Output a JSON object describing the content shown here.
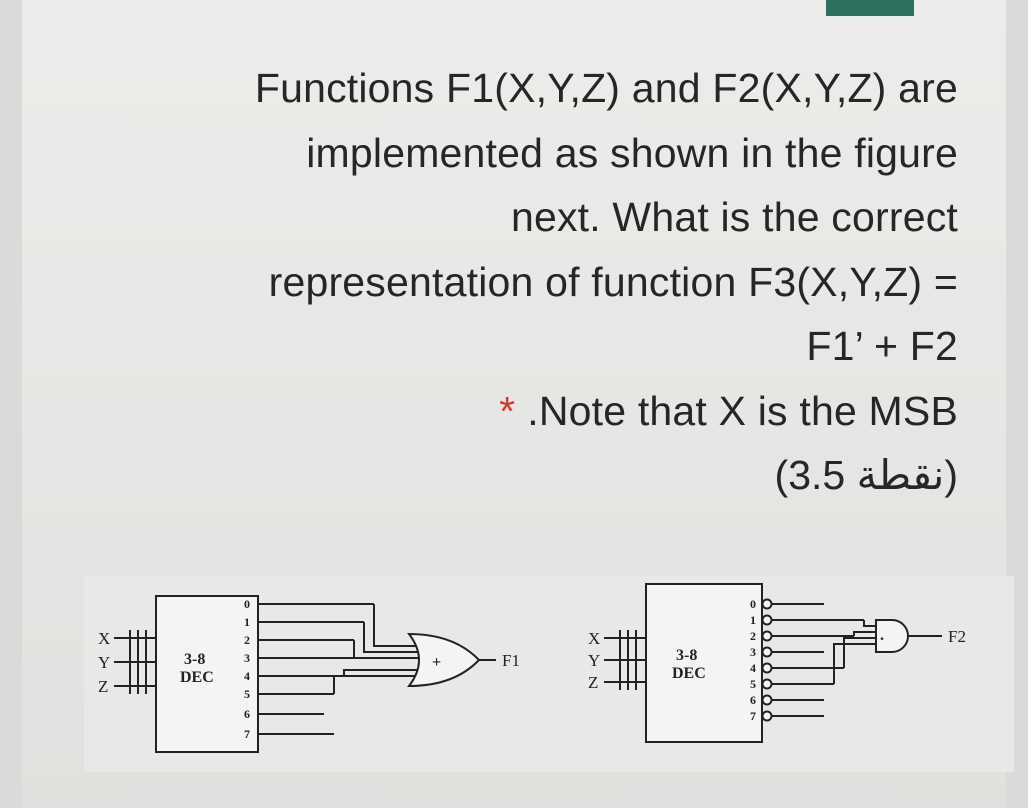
{
  "question": {
    "lines": [
      "Functions F1(X,Y,Z) and F2(X,Y,Z) are",
      "implemented as shown in the figure",
      "next. What is the correct",
      "representation of function F3(X,Y,Z) =",
      "F1’ + F2"
    ],
    "required_mark": "*",
    "note": ".Note that X is the MSB",
    "points": "(نقطة 3.5)"
  },
  "figure": {
    "circuit1": {
      "inputs": [
        "X",
        "Y",
        "Z"
      ],
      "decoder_label_1": "3-8",
      "decoder_label_2": "DEC",
      "outputs": [
        "0",
        "1",
        "2",
        "3",
        "4",
        "5",
        "6",
        "7"
      ],
      "gate_symbol": "+",
      "output_label": "F1"
    },
    "circuit2": {
      "inputs": [
        "X",
        "Y",
        "Z"
      ],
      "decoder_label_1": "3-8",
      "decoder_label_2": "DEC",
      "outputs": [
        "0",
        "1",
        "2",
        "3",
        "4",
        "5",
        "6",
        "7"
      ],
      "gate_symbol": ".",
      "output_label": "F2"
    }
  },
  "colors": {
    "text": "#262626",
    "required_mark": "#d23b3b",
    "header_bar": "#2f6f60"
  }
}
